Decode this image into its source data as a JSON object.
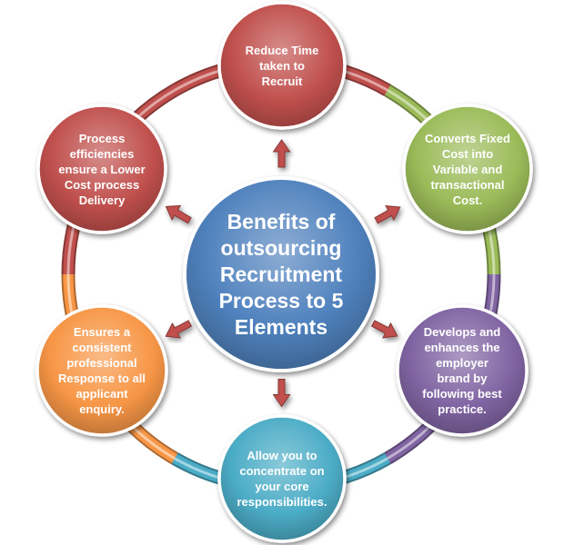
{
  "center": {
    "text": "Benefits of\noutsourcing\nRecruitment\nProcess to 5\nElements",
    "color": "#4F81BD"
  },
  "nodes": [
    {
      "id": "reduce-time",
      "text": "Reduce Time\ntaken to\nRecruit",
      "color": "#C0504D"
    },
    {
      "id": "converts-cost",
      "text": "Converts Fixed\nCost into\nVariable and\ntransactional\nCost.",
      "color": "#9BBB59"
    },
    {
      "id": "employer-brand",
      "text": "Develops and\nenhances the\nemployer\nbrand by\nfollowing best\npractice.",
      "color": "#8064A2"
    },
    {
      "id": "core-responsibilities",
      "text": "Allow you to\nconcentrate on\nyour core\nresponsibilities.",
      "color": "#4BACC6"
    },
    {
      "id": "consistent-response",
      "text": "Ensures a\nconsistent\nprofessional\nResponse to all\napplicant\nenquiry.",
      "color": "#F79646"
    },
    {
      "id": "process-efficiencies",
      "text": "Process\nefficiencies\nensure a Lower\nCost process\nDelivery",
      "color": "#C0504D"
    }
  ],
  "arrow_color": "#C0504D"
}
